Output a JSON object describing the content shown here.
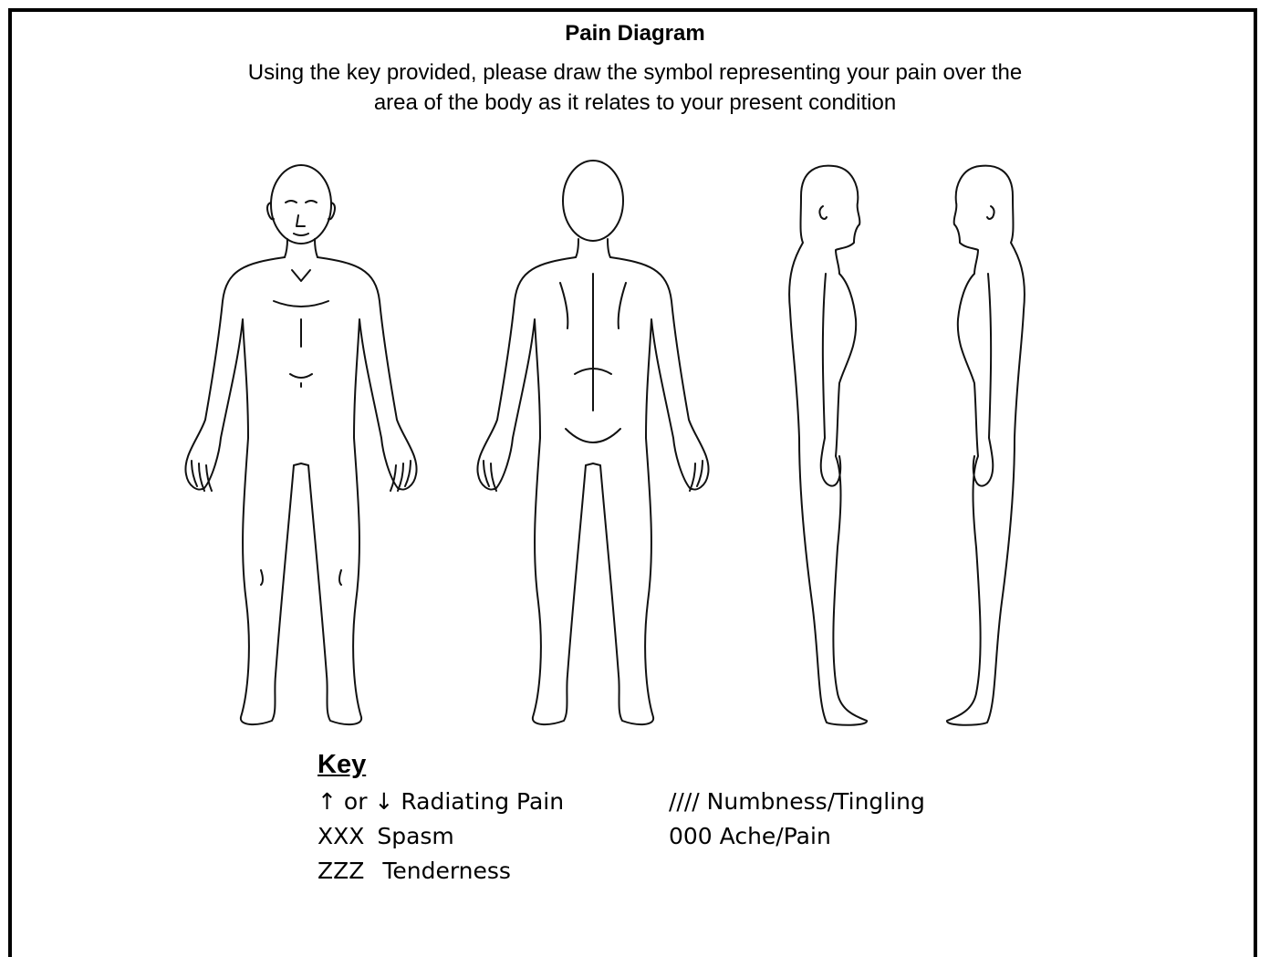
{
  "header": {
    "title": "Pain Diagram",
    "instruction_line1": "Using the key provided, please draw the symbol representing your pain over the",
    "instruction_line2": "area of the body as it relates to your present condition"
  },
  "figures": [
    {
      "view": "front"
    },
    {
      "view": "back"
    },
    {
      "view": "right-side"
    },
    {
      "view": "left-side"
    }
  ],
  "key": {
    "title": "Key",
    "items": [
      {
        "symbol": "↑ or ↓",
        "label": "Radiating Pain"
      },
      {
        "symbol": "XXX",
        "label": "Spasm"
      },
      {
        "symbol": "ZZZ",
        "label": "Tenderness"
      },
      {
        "symbol": "////",
        "label": "Numbness/Tingling"
      },
      {
        "symbol": "000",
        "label": "Ache/Pain"
      }
    ]
  }
}
